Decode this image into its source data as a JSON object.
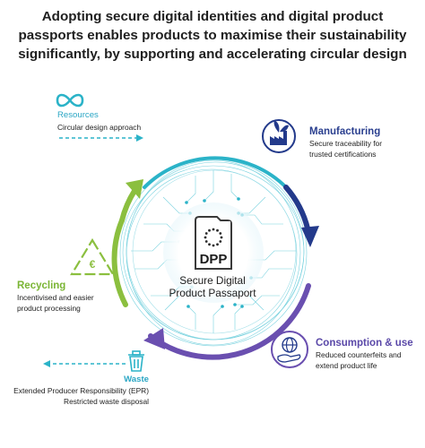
{
  "title": {
    "lines": [
      "Adopting secure digital identities and digital product",
      "passports enables products to maximise their sustainability",
      "significantly, by supporting and accelerating circular design"
    ]
  },
  "center": {
    "badge": "DPP",
    "lines": [
      "Secure Digital",
      "Product Passaport"
    ]
  },
  "stages": {
    "resources": {
      "title": "Resources",
      "desc": "Circular design approach",
      "icon": "infinity-icon"
    },
    "manufacturing": {
      "title": "Manufacturing",
      "desc": [
        "Secure traceability for",
        "trusted certifications"
      ],
      "icon": "factory-leaf-icon"
    },
    "consumption": {
      "title": "Consumption & use",
      "desc": [
        "Reduced counterfeits and",
        "extend product life"
      ],
      "icon": "globe-hand-icon"
    },
    "recycling": {
      "title": "Recycling",
      "desc": [
        "Incentivised and easier",
        "product processing"
      ],
      "icon": "euro-recycle-icon"
    },
    "waste": {
      "title": "Waste",
      "desc": [
        "Extended Producer Responsibility (EPR)",
        "Restricted waste disposal"
      ],
      "icon": "trash-bin-icon"
    }
  },
  "colors": {
    "teal": "#2bb3c8",
    "navy": "#233a8b",
    "purple": "#6a4fb0",
    "green": "#8bbf3f",
    "navy_text": "#2a3f8f",
    "green_text": "#7ab534",
    "purple_text": "#5a48a8",
    "teal_text": "#2aa6c4"
  }
}
